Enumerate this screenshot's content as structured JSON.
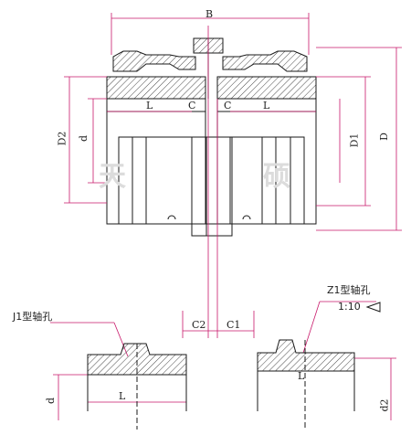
{
  "watermark": {
    "left": "天",
    "right": "硕"
  },
  "dimensions": {
    "B": "B",
    "D": "D",
    "D1": "D1",
    "D2": "D2",
    "d_top": "d",
    "L_left": "L",
    "L_right": "L",
    "C_left": "C",
    "C_right": "C",
    "C1": "C1",
    "C2": "C2",
    "L_bottom_left": "L",
    "L_bottom_right": "L",
    "d_bottom": "d",
    "d2_bottom": "d2"
  },
  "notes": {
    "j1_bore": "J1型轴孔",
    "z1_bore": "Z1型轴孔",
    "taper": "1:10"
  },
  "colors": {
    "line": "#1a1a1a",
    "dim": "#c8186a",
    "hatch": "#1a1a1a"
  }
}
